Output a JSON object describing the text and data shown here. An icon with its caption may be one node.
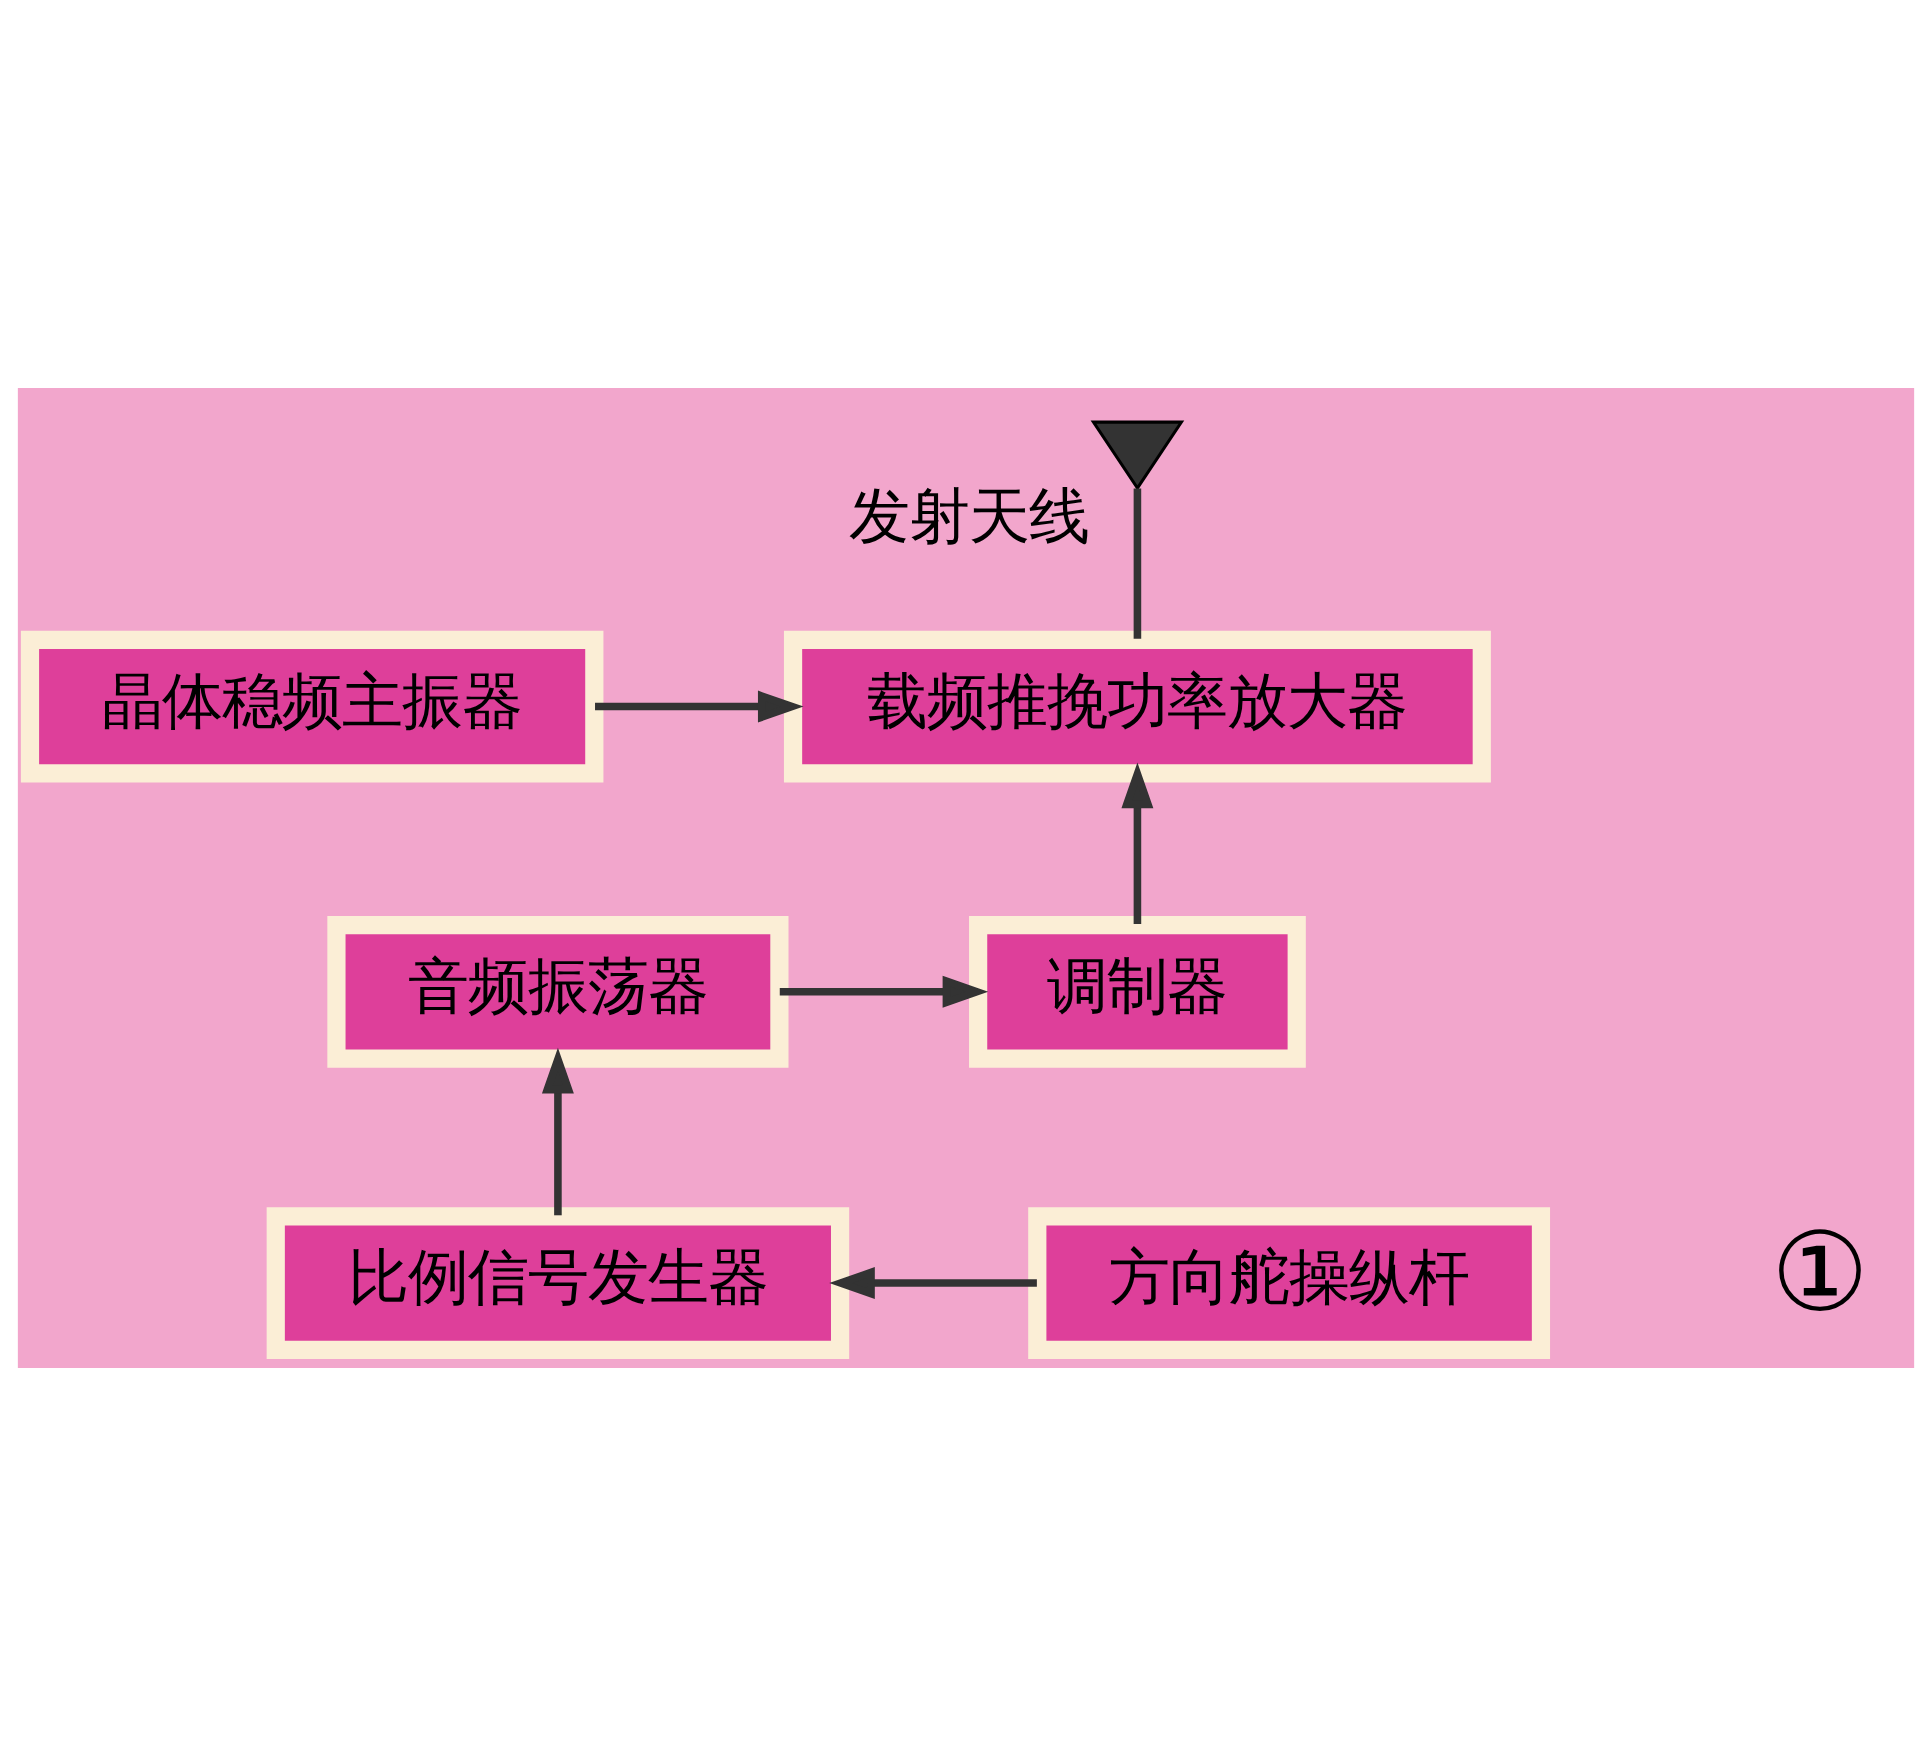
{
  "diagram": {
    "nodes": [
      {
        "text": [],
        "shape": "antenna",
        "beside": [
          "发射天线"
        ]
      },
      {
        "text": [
          "晶体稳频主振器"
        ]
      },
      {
        "text": [
          "载频推挽功率放大器"
        ]
      },
      {
        "text": [
          "音频振荡器"
        ]
      },
      {
        "text": [
          "调制器"
        ]
      },
      {
        "text": [
          "比例信号发生器"
        ]
      },
      {
        "text": [
          "方向舵操纵杆"
        ]
      }
    ],
    "edges": [
      {
        "from": 1,
        "to": 2,
        "arrow": "to"
      },
      {
        "from": 2,
        "to": 0,
        "arrow": "none"
      },
      {
        "from": 4,
        "to": 2,
        "arrow": "to"
      },
      {
        "from": 3,
        "to": 4,
        "arrow": "to"
      },
      {
        "from": 5,
        "to": 3,
        "arrow": "to"
      },
      {
        "from": 6,
        "to": 5,
        "arrow": "to"
      }
    ],
    "labels": [
      "①"
    ]
  }
}
